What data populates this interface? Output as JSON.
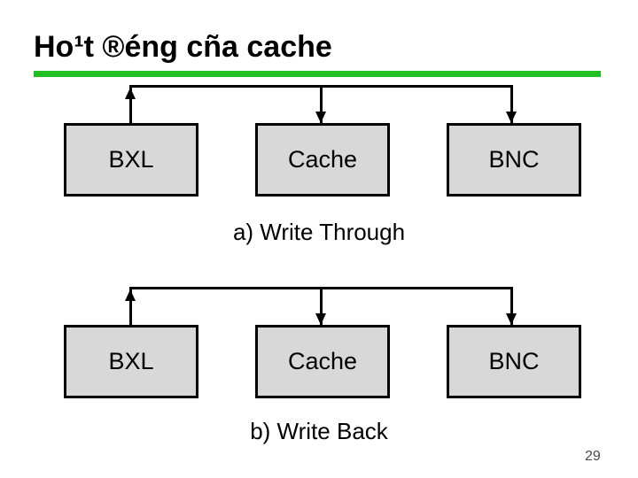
{
  "slide": {
    "title": "Ho¹t ®éng cña cache",
    "page_number": "29"
  },
  "diagram_data": {
    "type": "block-diagram",
    "diagrams": [
      {
        "caption": "a) Write Through",
        "boxes": [
          "BXL",
          "Cache",
          "BNC"
        ],
        "connections": [
          {
            "from": "BXL",
            "to": "bus",
            "arrow": "up"
          },
          {
            "from": "bus",
            "to": "Cache",
            "arrow": "down"
          },
          {
            "from": "bus",
            "to": "BNC",
            "arrow": "down"
          }
        ]
      },
      {
        "caption": "b) Write Back",
        "boxes": [
          "BXL",
          "Cache",
          "BNC"
        ],
        "connections": [
          {
            "from": "BXL",
            "to": "bus",
            "arrow": "up"
          },
          {
            "from": "bus",
            "to": "Cache",
            "arrow": "down"
          },
          {
            "from": "bus",
            "to": "BNC",
            "arrow": "down"
          }
        ]
      }
    ]
  },
  "colors": {
    "accent_green": "#22c022",
    "box_fill": "#d8d8d8",
    "line_black": "#000000",
    "page_number_gray": "#4c4c46"
  }
}
